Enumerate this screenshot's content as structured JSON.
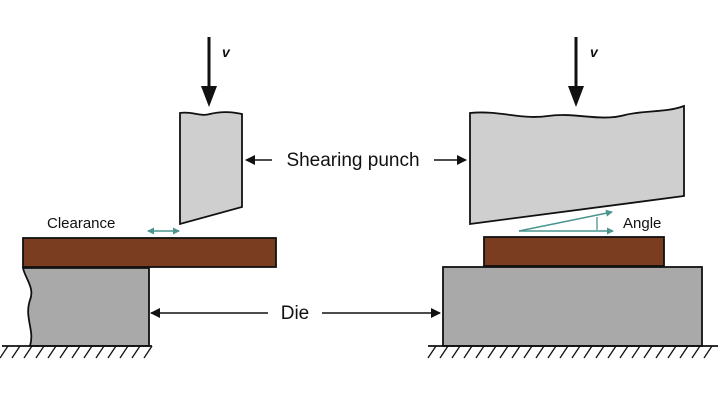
{
  "labels": {
    "shearing_punch": "Shearing punch",
    "die": "Die",
    "clearance": "Clearance",
    "angle": "Angle",
    "velocity_left": "v",
    "velocity_right": "v"
  },
  "colors": {
    "punch_fill": "#cfcfcf",
    "die_fill": "#a9a9a9",
    "sheet_fill": "#7a3d1f",
    "outline": "#111111",
    "annotation_teal": "#4a958d",
    "background": "#ffffff"
  }
}
